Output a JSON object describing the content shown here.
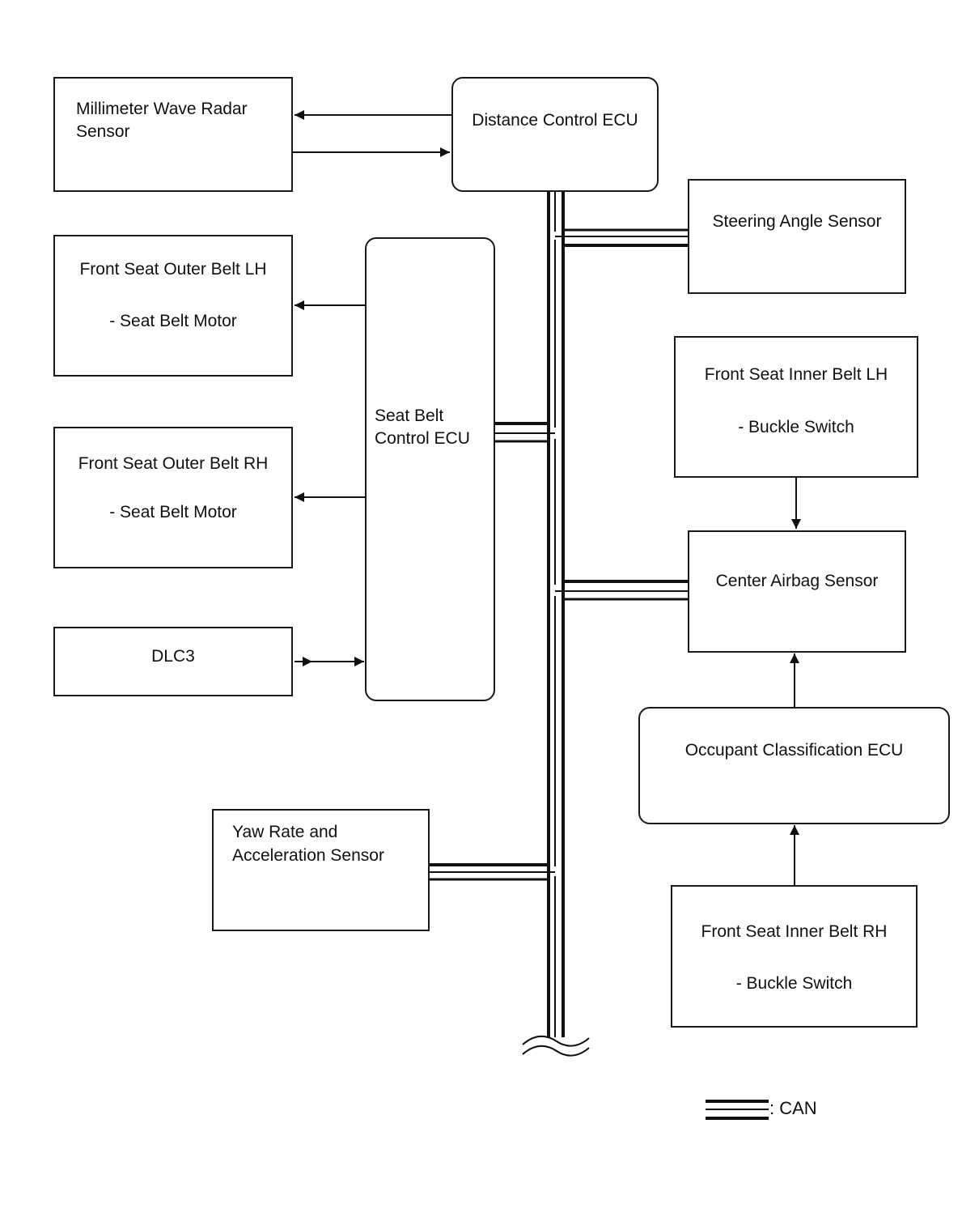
{
  "components": {
    "radar": {
      "line1": "Millimeter Wave Radar",
      "line2": "Sensor"
    },
    "distance_ecu": {
      "label": "Distance Control ECU"
    },
    "steering": {
      "label": "Steering Angle Sensor"
    },
    "outer_lh": {
      "line1": "Front Seat Outer Belt LH",
      "line2": "- Seat Belt Motor"
    },
    "outer_rh": {
      "line1": "Front Seat Outer Belt RH",
      "line2": "- Seat Belt Motor"
    },
    "dlc3": {
      "label": "DLC3"
    },
    "seatbelt_ecu": {
      "line1": "Seat Belt",
      "line2": "Control ECU"
    },
    "inner_lh": {
      "line1": "Front Seat Inner Belt LH",
      "line2": "- Buckle Switch"
    },
    "airbag": {
      "label": "Center Airbag Sensor"
    },
    "occupant_ecu": {
      "label": "Occupant Classification ECU"
    },
    "yaw": {
      "line1": "Yaw Rate and",
      "line2": "Acceleration Sensor"
    },
    "inner_rh": {
      "line1": "Front Seat Inner Belt RH",
      "line2": "- Buckle Switch"
    }
  },
  "legend": {
    "label": ": CAN"
  }
}
